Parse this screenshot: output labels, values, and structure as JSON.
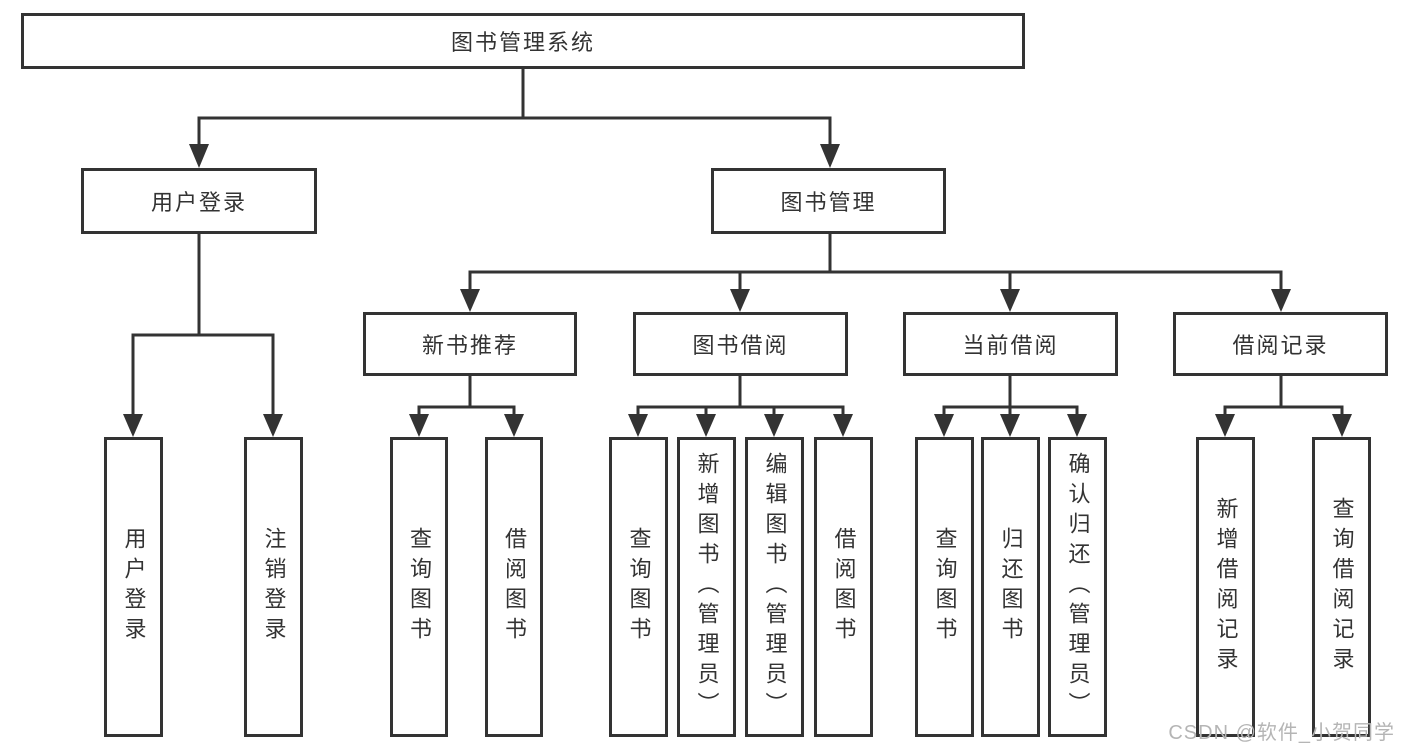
{
  "nodes": {
    "root": "图书管理系统",
    "user_login": "用户登录",
    "book_management": "图书管理",
    "new_book_recommend": "新书推荐",
    "book_borrowing": "图书借阅",
    "current_borrowing": "当前借阅",
    "borrowing_records": "借阅记录"
  },
  "leaves": {
    "user_login": [
      "用户登录",
      "注销登录"
    ],
    "new_book_recommend": [
      "查询图书",
      "借阅图书"
    ],
    "book_borrowing": [
      "查询图书",
      "新增图书（管理员）",
      "编辑图书（管理员）",
      "借阅图书"
    ],
    "current_borrowing": [
      "查询图书",
      "归还图书",
      "确认归还（管理员）"
    ],
    "borrowing_records": [
      "新增借阅记录",
      "查询借阅记录"
    ]
  },
  "watermark": "CSDN @软件_小贺同学",
  "colors": {
    "line": "#333333",
    "text": "#333333",
    "background": "#ffffff",
    "watermark": "#b5b5b5"
  }
}
